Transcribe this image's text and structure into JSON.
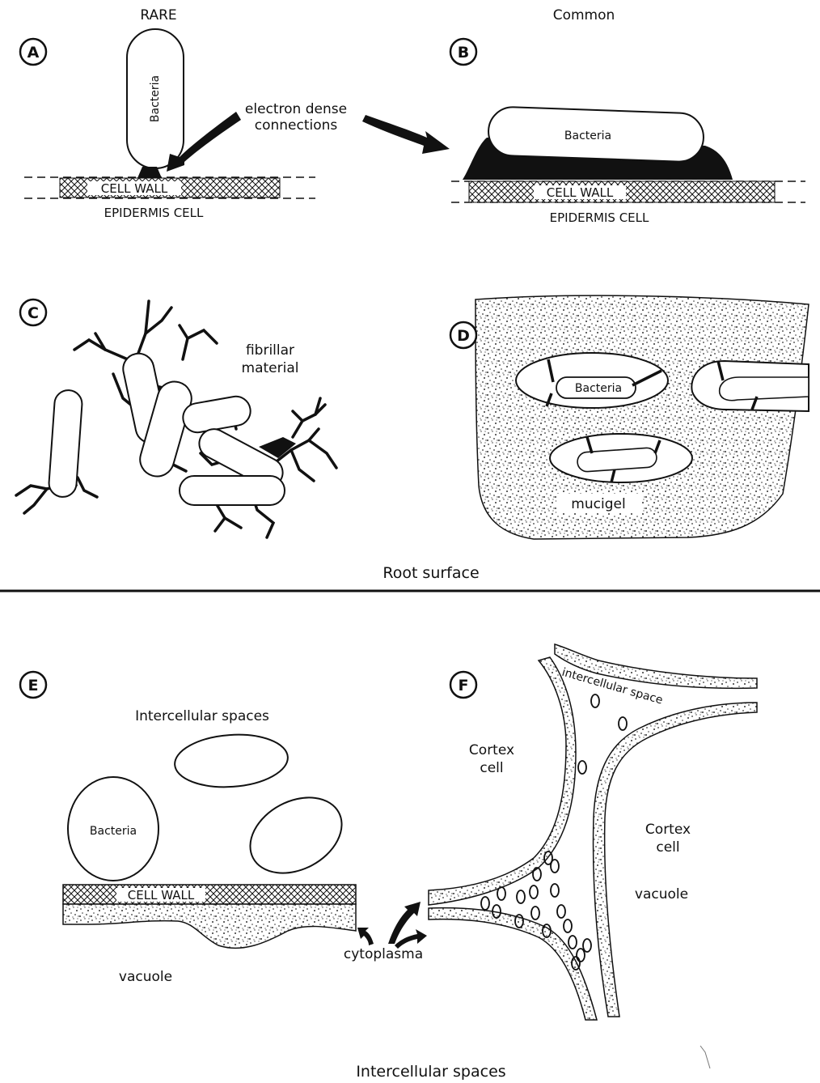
{
  "panels": {
    "A": {
      "letter": "A",
      "caption": "RARE",
      "bacteria": "Bacteria",
      "cell_wall": "CELL WALL",
      "epidermis": "EPIDERMIS CELL"
    },
    "B": {
      "letter": "B",
      "caption": "Common",
      "bacteria": "Bacteria",
      "cell_wall": "CELL WALL",
      "epidermis": "EPIDERMIS CELL"
    },
    "connections_label_1": "electron dense",
    "connections_label_2": "connections",
    "C": {
      "letter": "C",
      "fibrillar_1": "fibrillar",
      "fibrillar_2": "material"
    },
    "D": {
      "letter": "D",
      "bacteria": "Bacteria",
      "mucigel": "mucigel"
    },
    "E": {
      "letter": "E",
      "spaces": "Intercellular spaces",
      "bacteria": "Bacteria",
      "cell_wall": "CELL WALL",
      "vacuole": "vacuole"
    },
    "F": {
      "letter": "F",
      "intercellular_space": "intercellular space",
      "cortex_left_1": "Cortex",
      "cortex_left_2": "cell",
      "cortex_right_1": "Cortex",
      "cortex_right_2": "cell",
      "vacuole": "vacuole"
    },
    "cytoplasma": "cytoplasma"
  },
  "sections": {
    "root_surface": "Root surface",
    "intercellular": "Intercellular spaces"
  },
  "colors": {
    "ink": "#111111",
    "paper": "#ffffff",
    "stipple": "#555555"
  }
}
